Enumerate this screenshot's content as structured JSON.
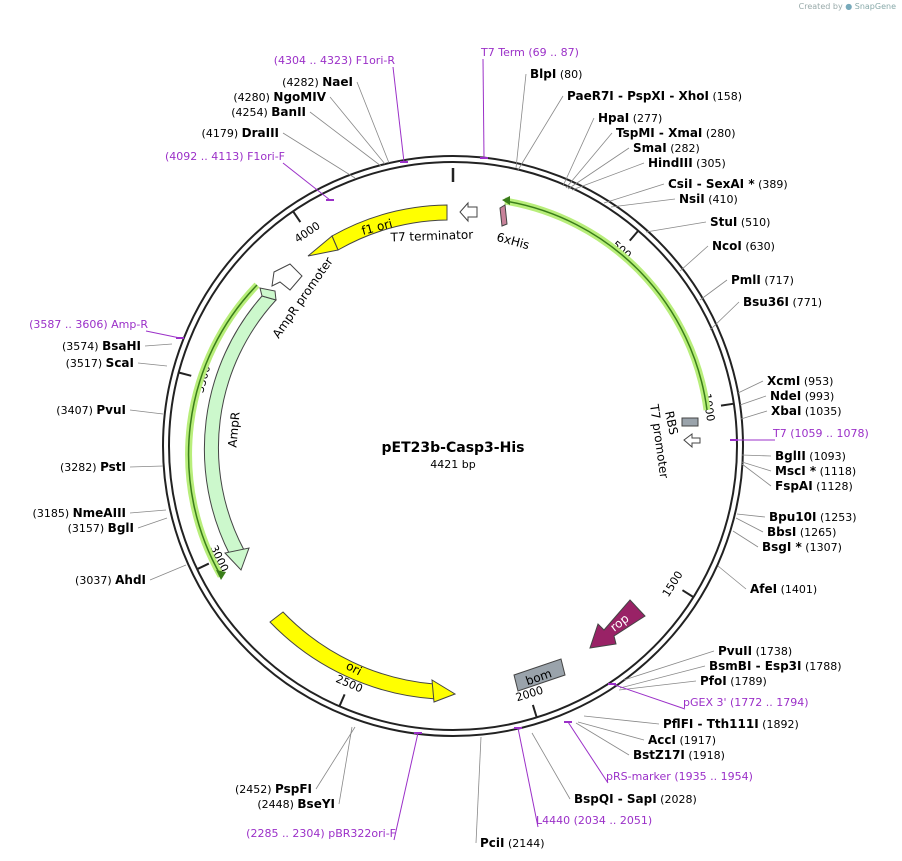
{
  "app": {
    "credit_prefix": "Created by",
    "credit_brand": "SnapGene"
  },
  "plasmid": {
    "name": "pET23b-Casp3-His",
    "length_label": "4421 bp",
    "length": 4421
  },
  "tick_marks": [
    {
      "pos": 500,
      "label": "500"
    },
    {
      "pos": 1000,
      "label": "1000"
    },
    {
      "pos": 1500,
      "label": "1500"
    },
    {
      "pos": 2000,
      "label": "2000"
    },
    {
      "pos": 2500,
      "label": "2500"
    },
    {
      "pos": 3000,
      "label": "3000"
    },
    {
      "pos": 3500,
      "label": "3500"
    },
    {
      "pos": 4000,
      "label": "4000"
    }
  ],
  "colors": {
    "backbone": "#222222",
    "primer": "#9b30c8",
    "leader": "#888888",
    "f1ori": "#ffff00",
    "ori": "#ffff00",
    "ampr": "#ccf8cc",
    "orf_highlight": "#b8ee7a",
    "rop": "#992266",
    "bom": "#9aa3ab",
    "his": "#c8829a",
    "rbs": "#9aa3ab"
  },
  "features": [
    {
      "name": "f1 ori",
      "label": "f1 ori",
      "kind": "f1ori"
    },
    {
      "name": "ori",
      "label": "ori",
      "kind": "ori"
    },
    {
      "name": "AmpR",
      "label": "AmpR",
      "kind": "ampr"
    },
    {
      "name": "AmpR promoter",
      "label": "AmpR promoter",
      "kind": "promoter"
    },
    {
      "name": "T7 terminator",
      "label": "T7 terminator",
      "kind": "terminator"
    },
    {
      "name": "6xHis",
      "label": "6xHis",
      "kind": "his"
    },
    {
      "name": "RBS",
      "label": "RBS",
      "kind": "rbs"
    },
    {
      "name": "T7 promoter",
      "label": "T7 promoter",
      "kind": "promoter"
    },
    {
      "name": "rop",
      "label": "rop",
      "kind": "rop"
    },
    {
      "name": "bom",
      "label": "bom",
      "kind": "bom"
    }
  ],
  "sites": [
    {
      "id": "blpi",
      "segments": [
        {
          "name": "BlpI"
        }
      ],
      "pos": "(80)"
    },
    {
      "id": "paer7i",
      "segments": [
        {
          "name": "PaeR7I"
        },
        {
          "name": "PspXI"
        },
        {
          "name": "XhoI"
        }
      ],
      "pos": "(158)"
    },
    {
      "id": "hpai",
      "segments": [
        {
          "name": "HpaI"
        }
      ],
      "pos": "(277)"
    },
    {
      "id": "tspmi",
      "segments": [
        {
          "name": "TspMI"
        },
        {
          "name": "XmaI"
        }
      ],
      "pos": "(280)"
    },
    {
      "id": "smai",
      "segments": [
        {
          "name": "SmaI"
        }
      ],
      "pos": "(282)"
    },
    {
      "id": "hindiii",
      "segments": [
        {
          "name": "HindIII"
        }
      ],
      "pos": "(305)"
    },
    {
      "id": "csii",
      "segments": [
        {
          "name": "CsiI"
        },
        {
          "name": "SexAI *"
        }
      ],
      "pos": "(389)"
    },
    {
      "id": "nsii",
      "segments": [
        {
          "name": "NsiI"
        }
      ],
      "pos": "(410)"
    },
    {
      "id": "stui",
      "segments": [
        {
          "name": "StuI"
        }
      ],
      "pos": "(510)"
    },
    {
      "id": "ncoi",
      "segments": [
        {
          "name": "NcoI"
        }
      ],
      "pos": "(630)"
    },
    {
      "id": "pmli",
      "segments": [
        {
          "name": "PmlI"
        }
      ],
      "pos": "(717)"
    },
    {
      "id": "bsu36i",
      "segments": [
        {
          "name": "Bsu36I"
        }
      ],
      "pos": "(771)"
    },
    {
      "id": "xcmi",
      "segments": [
        {
          "name": "XcmI"
        }
      ],
      "pos": "(953)"
    },
    {
      "id": "ndei",
      "segments": [
        {
          "name": "NdeI"
        }
      ],
      "pos": "(993)"
    },
    {
      "id": "xbai",
      "segments": [
        {
          "name": "XbaI"
        }
      ],
      "pos": "(1035)"
    },
    {
      "id": "bglii",
      "segments": [
        {
          "name": "BglII"
        }
      ],
      "pos": "(1093)"
    },
    {
      "id": "msci",
      "segments": [
        {
          "name": "MscI *"
        }
      ],
      "pos": "(1118)"
    },
    {
      "id": "fspai",
      "segments": [
        {
          "name": "FspAI"
        }
      ],
      "pos": "(1128)"
    },
    {
      "id": "bpu10i",
      "segments": [
        {
          "name": "Bpu10I"
        }
      ],
      "pos": "(1253)"
    },
    {
      "id": "bbsi",
      "segments": [
        {
          "name": "BbsI"
        }
      ],
      "pos": "(1265)"
    },
    {
      "id": "bsgi",
      "segments": [
        {
          "name": "BsgI *"
        }
      ],
      "pos": "(1307)"
    },
    {
      "id": "afei",
      "segments": [
        {
          "name": "AfeI"
        }
      ],
      "pos": "(1401)"
    },
    {
      "id": "pvuii",
      "segments": [
        {
          "name": "PvuII"
        }
      ],
      "pos": "(1738)"
    },
    {
      "id": "bsmbi",
      "segments": [
        {
          "name": "BsmBI"
        },
        {
          "name": "Esp3I"
        }
      ],
      "pos": "(1788)"
    },
    {
      "id": "pfoi",
      "segments": [
        {
          "name": "PfoI"
        }
      ],
      "pos": "(1789)"
    },
    {
      "id": "pflfi",
      "segments": [
        {
          "name": "PflFI"
        },
        {
          "name": "Tth111I"
        }
      ],
      "pos": "(1892)"
    },
    {
      "id": "acci",
      "segments": [
        {
          "name": "AccI"
        }
      ],
      "pos": "(1917)"
    },
    {
      "id": "bstz17i",
      "segments": [
        {
          "name": "BstZ17I"
        }
      ],
      "pos": "(1918)"
    },
    {
      "id": "bspqi",
      "segments": [
        {
          "name": "BspQI"
        },
        {
          "name": "SapI"
        }
      ],
      "pos": "(2028)"
    },
    {
      "id": "pcii",
      "segments": [
        {
          "name": "PciI"
        }
      ],
      "pos": "(2144)"
    },
    {
      "id": "pspfi",
      "segments": [
        {
          "name": "PspFI"
        }
      ],
      "pos": "(2452)"
    },
    {
      "id": "bseyi",
      "segments": [
        {
          "name": "BseYI"
        }
      ],
      "pos": "(2448)"
    },
    {
      "id": "ahdi",
      "segments": [
        {
          "name": "AhdI"
        }
      ],
      "pos": "(3037)"
    },
    {
      "id": "bgli",
      "segments": [
        {
          "name": "BglI"
        }
      ],
      "pos": "(3157)"
    },
    {
      "id": "nmeaiii",
      "segments": [
        {
          "name": "NmeAIII"
        }
      ],
      "pos": "(3185)"
    },
    {
      "id": "psti",
      "segments": [
        {
          "name": "PstI"
        }
      ],
      "pos": "(3282)"
    },
    {
      "id": "pvui",
      "segments": [
        {
          "name": "PvuI"
        }
      ],
      "pos": "(3407)"
    },
    {
      "id": "scai",
      "segments": [
        {
          "name": "ScaI"
        }
      ],
      "pos": "(3517)"
    },
    {
      "id": "bsahi",
      "segments": [
        {
          "name": "BsaHI"
        }
      ],
      "pos": "(3574)"
    },
    {
      "id": "draiii",
      "segments": [
        {
          "name": "DraIII"
        }
      ],
      "pos": "(4179)"
    },
    {
      "id": "banii",
      "segments": [
        {
          "name": "BanII"
        }
      ],
      "pos": "(4254)"
    },
    {
      "id": "ngomiv",
      "segments": [
        {
          "name": "NgoMIV"
        }
      ],
      "pos": "(4280)"
    },
    {
      "id": "naei",
      "segments": [
        {
          "name": "NaeI"
        }
      ],
      "pos": "(4282)"
    }
  ],
  "primers": [
    {
      "id": "t7term",
      "name": "T7 Term",
      "range": "(69 .. 87)"
    },
    {
      "id": "f1orir",
      "name": "F1ori-R",
      "range": "(4304 .. 4323)"
    },
    {
      "id": "f1orif",
      "name": "F1ori-F",
      "range": "(4092 .. 4113)"
    },
    {
      "id": "ampr",
      "name": "Amp-R",
      "range": "(3587 .. 3606)"
    },
    {
      "id": "t7",
      "name": "T7",
      "range": "(1059 .. 1078)"
    },
    {
      "id": "pgex3",
      "name": "pGEX 3'",
      "range": "(1772 .. 1794)"
    },
    {
      "id": "prsmarker",
      "name": "pRS-marker",
      "range": "(1935 .. 1954)"
    },
    {
      "id": "l4440",
      "name": "L4440",
      "range": "(2034 .. 2051)"
    },
    {
      "id": "pbr322orif",
      "name": "pBR322ori-F",
      "range": "(2285 .. 2304)"
    }
  ]
}
